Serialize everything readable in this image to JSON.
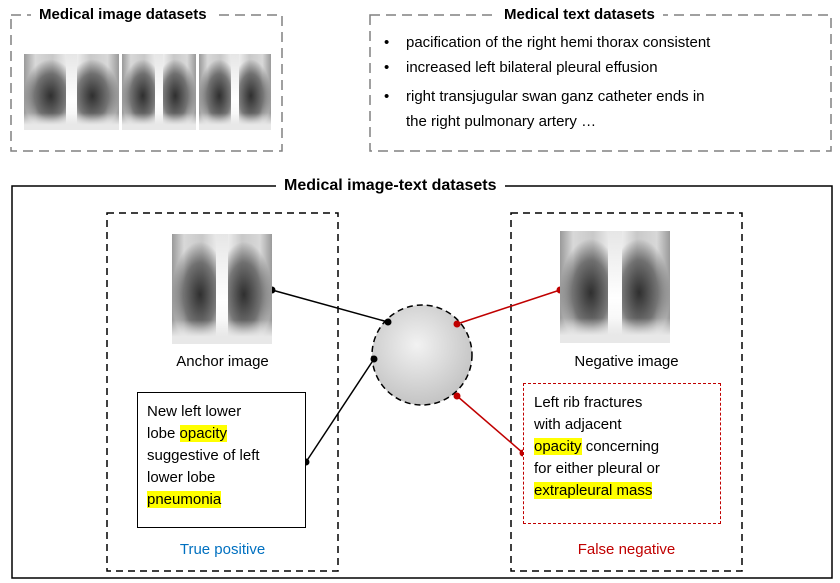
{
  "image_datasets": {
    "title": "Medical image datasets"
  },
  "text_datasets": {
    "title": "Medical text datasets",
    "items": [
      "pacification of the right hemi thorax consistent",
      "increased left bilateral pleural effusion",
      "right transjugular swan ganz catheter ends in",
      "the right pulmonary artery …"
    ]
  },
  "image_text_datasets": {
    "title": "Medical image-text datasets",
    "anchor": {
      "image_label": "Anchor image",
      "report": {
        "line1": "New left lower",
        "line2_pre": "lobe ",
        "line2_hl": "opacity",
        "line3": "suggestive of left",
        "line4": "lower lobe",
        "line5_hl": "pneumonia"
      },
      "status": "True positive"
    },
    "negative": {
      "image_label": "Negative image",
      "report": {
        "line1": "Left rib fractures",
        "line2": "with adjacent",
        "line3_hl": "opacity",
        "line3_post": " concerning",
        "line4": "for either pleural or",
        "line5_hl": "extrapleural mass"
      },
      "status": "False negative"
    }
  },
  "colors": {
    "true_positive": "#0070c0",
    "false_negative": "#c00000",
    "highlight": "#ffff00"
  }
}
